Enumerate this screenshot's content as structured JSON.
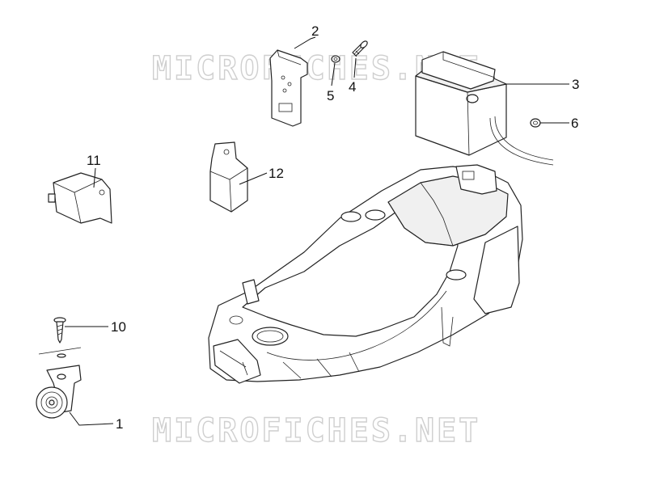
{
  "diagram": {
    "watermarks": [
      "MICROFICHES.NET",
      "MICROFICHES.NET"
    ],
    "callouts": [
      {
        "id": "1",
        "text": "1"
      },
      {
        "id": "2",
        "text": "2"
      },
      {
        "id": "3",
        "text": "3"
      },
      {
        "id": "4",
        "text": "4"
      },
      {
        "id": "5",
        "text": "5"
      },
      {
        "id": "6",
        "text": "6"
      },
      {
        "id": "10",
        "text": "10"
      },
      {
        "id": "11",
        "text": "11"
      },
      {
        "id": "12",
        "text": "12"
      }
    ]
  }
}
